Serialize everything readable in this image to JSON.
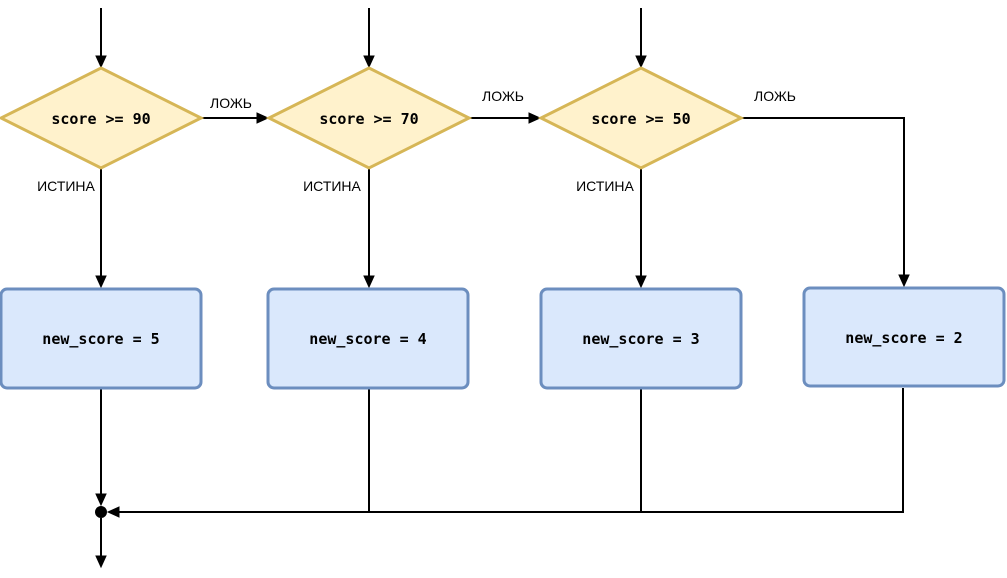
{
  "colors": {
    "decision_fill": "#fff2cc",
    "decision_stroke": "#d6b656",
    "process_fill": "#dae8fc",
    "process_stroke": "#6c8ebf",
    "edge": "#000000"
  },
  "decisions": [
    {
      "label": "score >= 90",
      "true_label": "ИСТИНА",
      "false_label": "ЛОЖЬ"
    },
    {
      "label": "score >= 70",
      "true_label": "ИСТИНА",
      "false_label": "ЛОЖЬ"
    },
    {
      "label": "score >= 50",
      "true_label": "ИСТИНА",
      "false_label": "ЛОЖЬ"
    }
  ],
  "processes": [
    {
      "label": "new_score = 5"
    },
    {
      "label": "new_score = 4"
    },
    {
      "label": "new_score = 3"
    },
    {
      "label": "new_score = 2"
    }
  ]
}
